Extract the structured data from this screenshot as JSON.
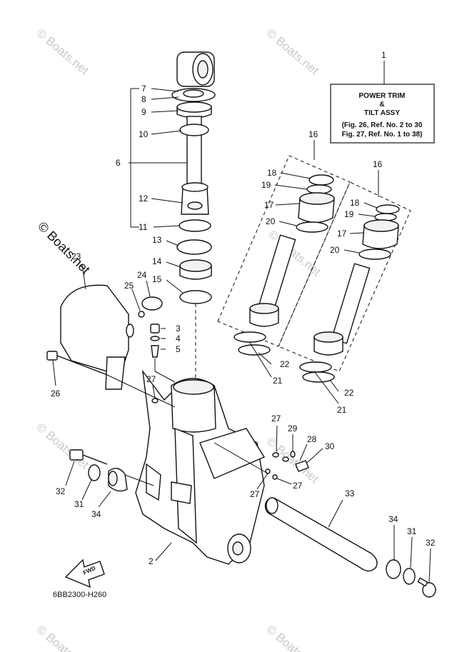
{
  "diagram_code": "6BB2300-H260",
  "fwd_label": "FWD",
  "watermark": "© Boats.net",
  "assy_box": {
    "line1": "POWER TRIM",
    "line2": "&",
    "line3": "TILT ASSY",
    "line4": "(Fig. 26, Ref. No. 2 to 30",
    "line5": "Fig. 27, Ref. No. 1 to 38)"
  },
  "callouts": {
    "c1": "1",
    "c2": "2",
    "c3": "3",
    "c4": "4",
    "c5": "5",
    "c6": "6",
    "c7": "7",
    "c8": "8",
    "c9": "9",
    "c10": "10",
    "c11": "11",
    "c12": "12",
    "c13": "13",
    "c14": "14",
    "c15": "15",
    "c16a": "16",
    "c16b": "16",
    "c17a": "17",
    "c17b": "17",
    "c18a": "18",
    "c18b": "18",
    "c19a": "19",
    "c19b": "19",
    "c20a": "20",
    "c20b": "20",
    "c21a": "21",
    "c21b": "21",
    "c22a": "22",
    "c22b": "22",
    "c23": "23",
    "c24": "24",
    "c25": "25",
    "c26": "26",
    "c27a": "27",
    "c27b": "27",
    "c27c": "27",
    "c27d": "27",
    "c28": "28",
    "c29": "29",
    "c30": "30",
    "c31a": "31",
    "c31b": "31",
    "c32a": "32",
    "c32b": "32",
    "c33": "33",
    "c34a": "34",
    "c34b": "34"
  }
}
